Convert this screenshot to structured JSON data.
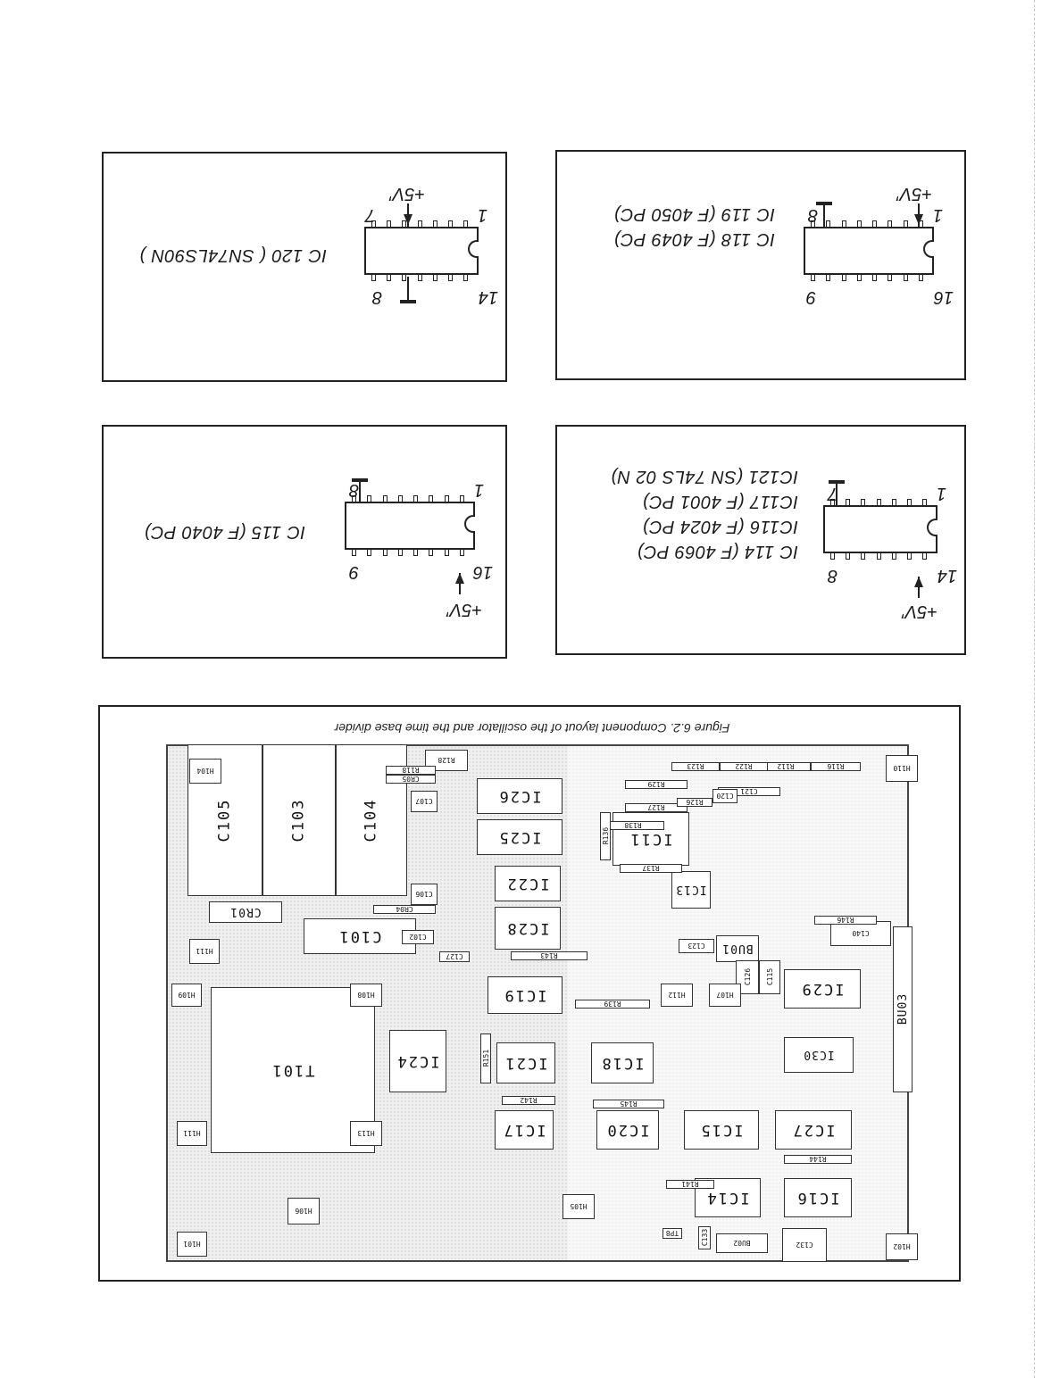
{
  "figure_caption": "Figure 6.2. Component layout of the oscillator and the time base divider",
  "pinouts": [
    {
      "id": "p1",
      "lines": [
        "IC 120 ( SN74LS90N )"
      ],
      "pin_first": "1",
      "pin_mid": "7",
      "pin_last": "14",
      "pin_gnd": "8",
      "supply": "+5V′"
    },
    {
      "id": "p2",
      "lines": [
        "IC 118 (F 4049 PC)",
        "IC 119 (F 4050 PC)"
      ],
      "pin_first": "1",
      "pin_mid": "8",
      "pin_last": "16",
      "pin_gnd": "9",
      "supply": "+5V′"
    },
    {
      "id": "p3",
      "lines": [
        "IC 115 (F 4040 PC)"
      ],
      "pin_first": "1",
      "pin_mid": "8",
      "pin_last": "16",
      "pin_gnd": "9",
      "supply": "+5V′"
    },
    {
      "id": "p4",
      "lines": [
        "IC 114 (F 4069 PC)",
        "IC116 (F 4024 PC)",
        "IC117 (F 4001 PC)",
        "IC121 (SN 74LS 02 N)"
      ],
      "pin_first": "1",
      "pin_mid": "7",
      "pin_last": "14",
      "pin_gnd": "8",
      "supply": "+5V′"
    }
  ],
  "pcb": {
    "big_caps": [
      "C105",
      "C103",
      "C104"
    ],
    "ics": [
      "IC26",
      "IC25",
      "IC22",
      "IC28",
      "IC19",
      "IC21",
      "IC24",
      "IC18",
      "IC17",
      "IC20",
      "IC15",
      "IC27",
      "IC14",
      "IC16",
      "IC29",
      "IC30",
      "IC11",
      "IC13"
    ],
    "parts": {
      "C101": "C101",
      "T101": "T101",
      "CR01": "CR01",
      "BU03": "BU03",
      "BU01": "BU01",
      "BU02": "BU02",
      "C140": "C140",
      "C132": "C132",
      "C126": "C126",
      "C115": "C115",
      "C133": "C133",
      "R128": "R128",
      "R126": "R126",
      "R143": "R143",
      "R139": "R139",
      "R145": "R145",
      "R144": "R144",
      "R141": "R141",
      "R142": "R142",
      "R146": "R146",
      "R151": "R151",
      "H101": "H101",
      "H102": "H102",
      "H104": "H104",
      "H105": "H105",
      "H106": "H106",
      "H107": "H107",
      "H108": "H108",
      "H109": "H109",
      "H110": "H110",
      "H111": "H111",
      "H112": "H112",
      "H113": "H113",
      "TP8": "TP8",
      "C123": "C123",
      "C127": "C127",
      "C102": "C102",
      "C106": "C106",
      "C107": "C107",
      "CR04": "CR04",
      "CR05": "CR05",
      "R118": "R118",
      "R116": "R116",
      "R112": "R112",
      "C120": "C120",
      "C121": "C121",
      "R127": "R127",
      "R129": "R129",
      "R138": "R138",
      "R137": "R137",
      "R136": "R136",
      "R122": "R122",
      "R123": "R123"
    }
  }
}
